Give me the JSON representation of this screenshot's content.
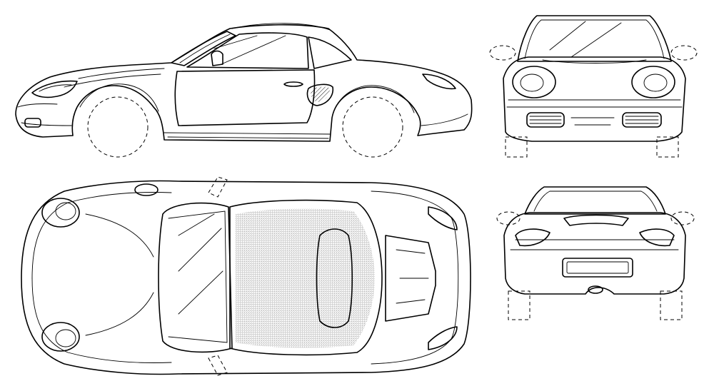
{
  "drawing": {
    "views": [
      "side-view",
      "front-view",
      "top-view",
      "rear-view"
    ],
    "colors": {
      "line": "#000000",
      "background": "#ffffff"
    }
  }
}
